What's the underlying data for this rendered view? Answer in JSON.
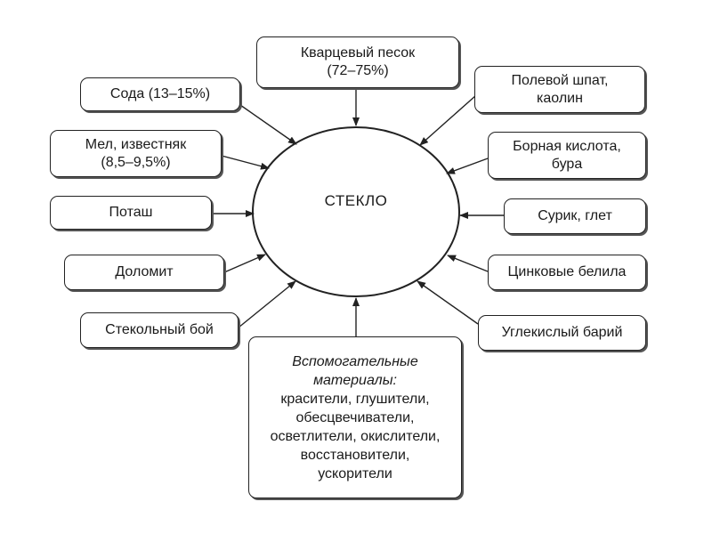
{
  "center": {
    "label": "СТЕКЛО"
  },
  "materials": {
    "quartz_sand": {
      "line1": "Кварцевый песок",
      "line2": "(72–75%)"
    },
    "soda": {
      "line1": "Сода (13–15%)"
    },
    "chalk_limestone": {
      "line1": "Мел, известняк",
      "line2": "(8,5–9,5%)"
    },
    "potash": {
      "line1": "Поташ"
    },
    "dolomite": {
      "line1": "Доломит"
    },
    "cullet": {
      "line1": "Стекольный бой"
    },
    "feldspar_kaolin": {
      "line1": "Полевой шпат,",
      "line2": "каолин"
    },
    "boric_acid_borax": {
      "line1": "Борная кислота,",
      "line2": "бура"
    },
    "minium_litharge": {
      "line1": "Сурик, глет"
    },
    "zinc_white": {
      "line1": "Цинковые белила"
    },
    "barium_carbonate": {
      "line1": "Углекислый барий"
    }
  },
  "auxiliary": {
    "title1": "Вспомогательные",
    "title2": "материалы:",
    "lines": [
      "красители, глушители,",
      "обесцвечиватели,",
      "осветлители, окислители,",
      "восстановители,",
      "ускорители"
    ]
  },
  "colors": {
    "stroke": "#222222",
    "shadow": "#555555",
    "background": "#ffffff"
  }
}
